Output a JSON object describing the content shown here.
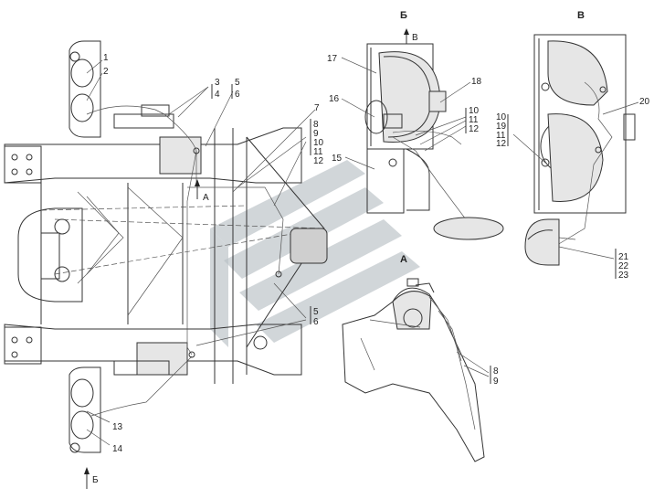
{
  "views": {
    "b_title": "Б",
    "v_title": "В",
    "a_title": "А",
    "arrow_v_label": "В",
    "arrow_a_label": "А",
    "arrow_b_label": "Б"
  },
  "callouts": {
    "c1": "1",
    "c2": "2",
    "c3": "3",
    "c4": "4",
    "c5a": "5",
    "c6a": "6",
    "c7": "7",
    "c8a": "8",
    "c9a": "9",
    "c10a": "10",
    "c11a": "11",
    "c12a": "12",
    "c5b": "5",
    "c6b": "6",
    "c13": "13",
    "c14": "14",
    "c15": "15",
    "c16": "16",
    "c17": "17",
    "c18": "18",
    "c10b": "10",
    "c11b": "11",
    "c12b": "12",
    "c10c": "10",
    "c19": "19",
    "c11c": "11",
    "c12c": "12",
    "c20": "20",
    "c21": "21",
    "c22": "22",
    "c23": "23",
    "c8b": "8",
    "c9b": "9"
  },
  "colors": {
    "line": "#333333",
    "watermark": "#b9c0c4"
  }
}
